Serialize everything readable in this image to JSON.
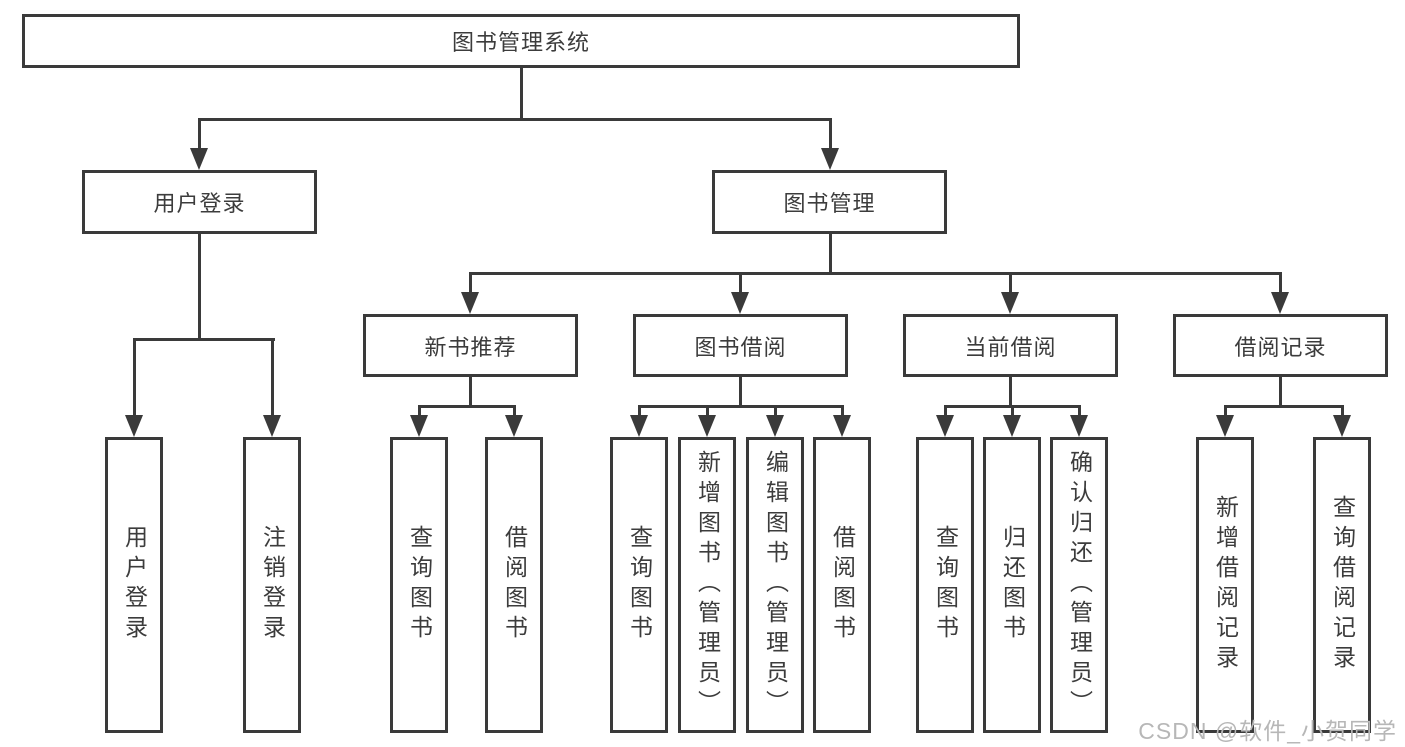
{
  "diagram": {
    "root": {
      "label": "图书管理系统"
    },
    "branches": {
      "user_login": {
        "label": "用户登录",
        "children": [
          "用户登录",
          "注销登录"
        ]
      },
      "book_management": {
        "label": "图书管理",
        "sections": [
          {
            "label": "新书推荐",
            "children": [
              "查询图书",
              "借阅图书"
            ]
          },
          {
            "label": "图书借阅",
            "children": [
              "查询图书",
              "新增图书（管理员）",
              "编辑图书（管理员）",
              "借阅图书"
            ]
          },
          {
            "label": "当前借阅",
            "children": [
              "查询图书",
              "归还图书",
              "确认归还（管理员）"
            ]
          },
          {
            "label": "借阅记录",
            "children": [
              "新增借阅记录",
              "查询借阅记录"
            ]
          }
        ]
      }
    },
    "line_color": "#3a3a3a"
  },
  "watermark": {
    "text": "CSDN @软件_小贺同学",
    "color": "#b7b7b7"
  }
}
